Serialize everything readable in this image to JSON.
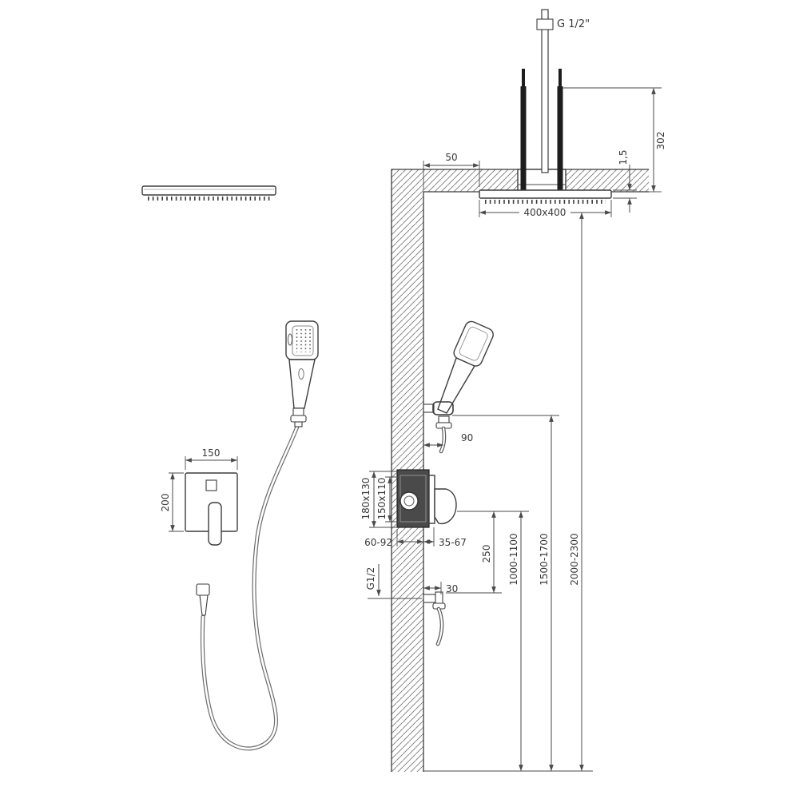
{
  "drawing": {
    "type": "shower-system-installation-diagram",
    "background": "#ffffff",
    "line_color": "#4a4a4a",
    "object_color": "#3c3c3c",
    "fixture_dark": "#1a1a1a"
  },
  "labels": {
    "supply_thread": "G 1/2\"",
    "arm_height": "302",
    "plate_thickness": "1,5",
    "head_wall_gap": "50",
    "head_size": "400x400",
    "holder_offset": "90",
    "trim_width": "150",
    "trim_height": "200",
    "rough_in_outer": "180x130",
    "rough_in_inner": "150x110",
    "rough_in_depth": "60-92",
    "handle_projection": "35-67",
    "valve_to_outlet": "250",
    "outlet_thread": "G1/2",
    "outlet_offset": "30",
    "valve_height": "1000-1100",
    "holder_height": "1500-1700",
    "head_height": "2000-2300"
  }
}
